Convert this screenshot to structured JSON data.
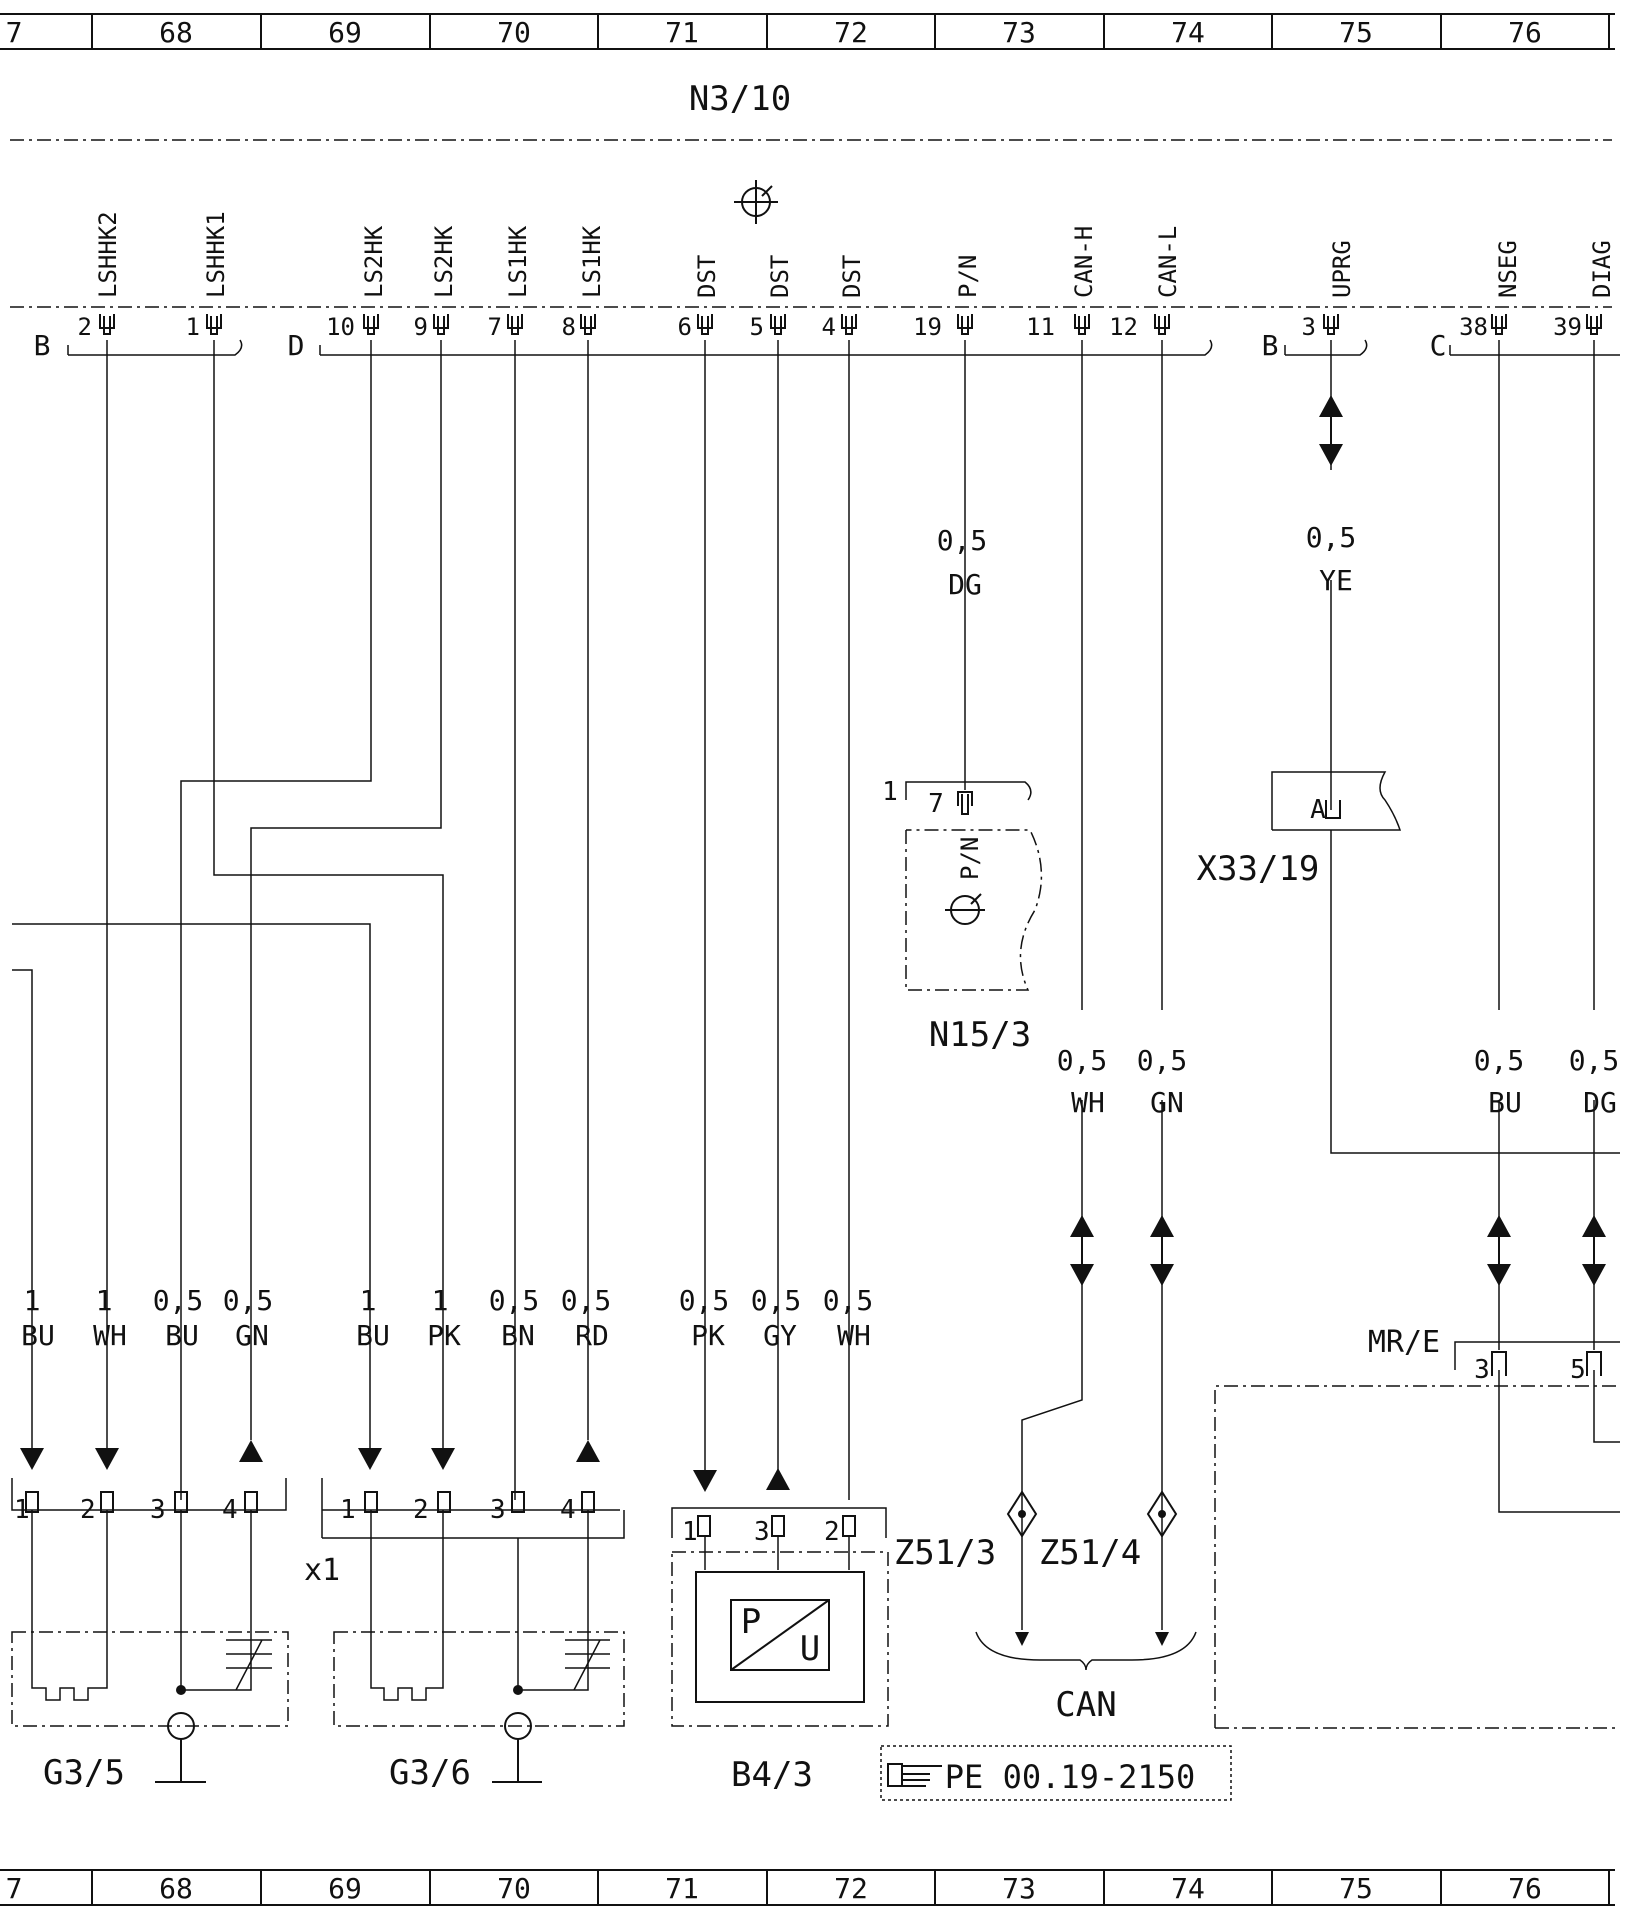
{
  "grid_top": [
    "7",
    "68",
    "69",
    "70",
    "71",
    "72",
    "73",
    "74",
    "75",
    "76"
  ],
  "grid_bottom": [
    "7",
    "68",
    "69",
    "70",
    "71",
    "72",
    "73",
    "74",
    "75",
    "76"
  ],
  "module_title": "N3/10",
  "connector_letters": {
    "b1": "B",
    "d": "D",
    "b2": "B",
    "c": "C"
  },
  "pins_top": [
    {
      "label": "LSHHK2",
      "num": "2"
    },
    {
      "label": "LSHHK1",
      "num": "1"
    },
    {
      "label": "LS2HK",
      "num": "10"
    },
    {
      "label": "LS2HK",
      "num": "9"
    },
    {
      "label": "LS1HK",
      "num": "7"
    },
    {
      "label": "LS1HK",
      "num": "8"
    },
    {
      "label": "DST",
      "num": "6"
    },
    {
      "label": "DST",
      "num": "5"
    },
    {
      "label": "DST",
      "num": "4"
    },
    {
      "label": "P/N",
      "num": "19"
    },
    {
      "label": "CAN-H",
      "num": "11"
    },
    {
      "label": "CAN-L",
      "num": "12"
    },
    {
      "label": "UPRG",
      "num": "3"
    },
    {
      "label": "NSEG",
      "num": "38"
    },
    {
      "label": "DIAG",
      "num": "39"
    }
  ],
  "wires_mid": [
    {
      "size": "0,5",
      "color": "DG"
    },
    {
      "size": "0,5",
      "color": "YE"
    },
    {
      "size": "0,5",
      "color": "WH"
    },
    {
      "size": "0,5",
      "color": "GN"
    },
    {
      "size": "0,5",
      "color": "BU"
    },
    {
      "size": "0,5",
      "color": "DG"
    }
  ],
  "wires_low": [
    {
      "size": "1",
      "color": "BU"
    },
    {
      "size": "1",
      "color": "WH"
    },
    {
      "size": "0,5",
      "color": "BU"
    },
    {
      "size": "0,5",
      "color": "GN"
    },
    {
      "size": "1",
      "color": "BU"
    },
    {
      "size": "1",
      "color": "PK"
    },
    {
      "size": "0,5",
      "color": "BN"
    },
    {
      "size": "0,5",
      "color": "RD"
    },
    {
      "size": "0,5",
      "color": "PK"
    },
    {
      "size": "0,5",
      "color": "GY"
    },
    {
      "size": "0,5",
      "color": "WH"
    }
  ],
  "g35_pins": [
    "1",
    "2",
    "3",
    "4"
  ],
  "g36_pins": [
    "1",
    "2",
    "3",
    "4"
  ],
  "b43_pins": [
    "1",
    "3",
    "2"
  ],
  "n153": {
    "label": "N15/3",
    "pin": "7",
    "conn": "1",
    "sig": "P/N"
  },
  "x3319": {
    "label": "X33/19",
    "pin": "A"
  },
  "mre": {
    "label": "MR/E",
    "pin1": "3",
    "pin2": "5"
  },
  "components": {
    "g35": "G3/5",
    "g36": "G3/6",
    "b43": "B4/3",
    "z513": "Z51/3",
    "z514": "Z51/4",
    "can": "CAN",
    "x1": "x1",
    "p": "P",
    "u": "U"
  },
  "ref": "PE 00.19-2150",
  "icons": [
    "diagnostic-socket-icon",
    "ground-icon",
    "hand-pointer-icon",
    "pressure-sensor-icon"
  ]
}
